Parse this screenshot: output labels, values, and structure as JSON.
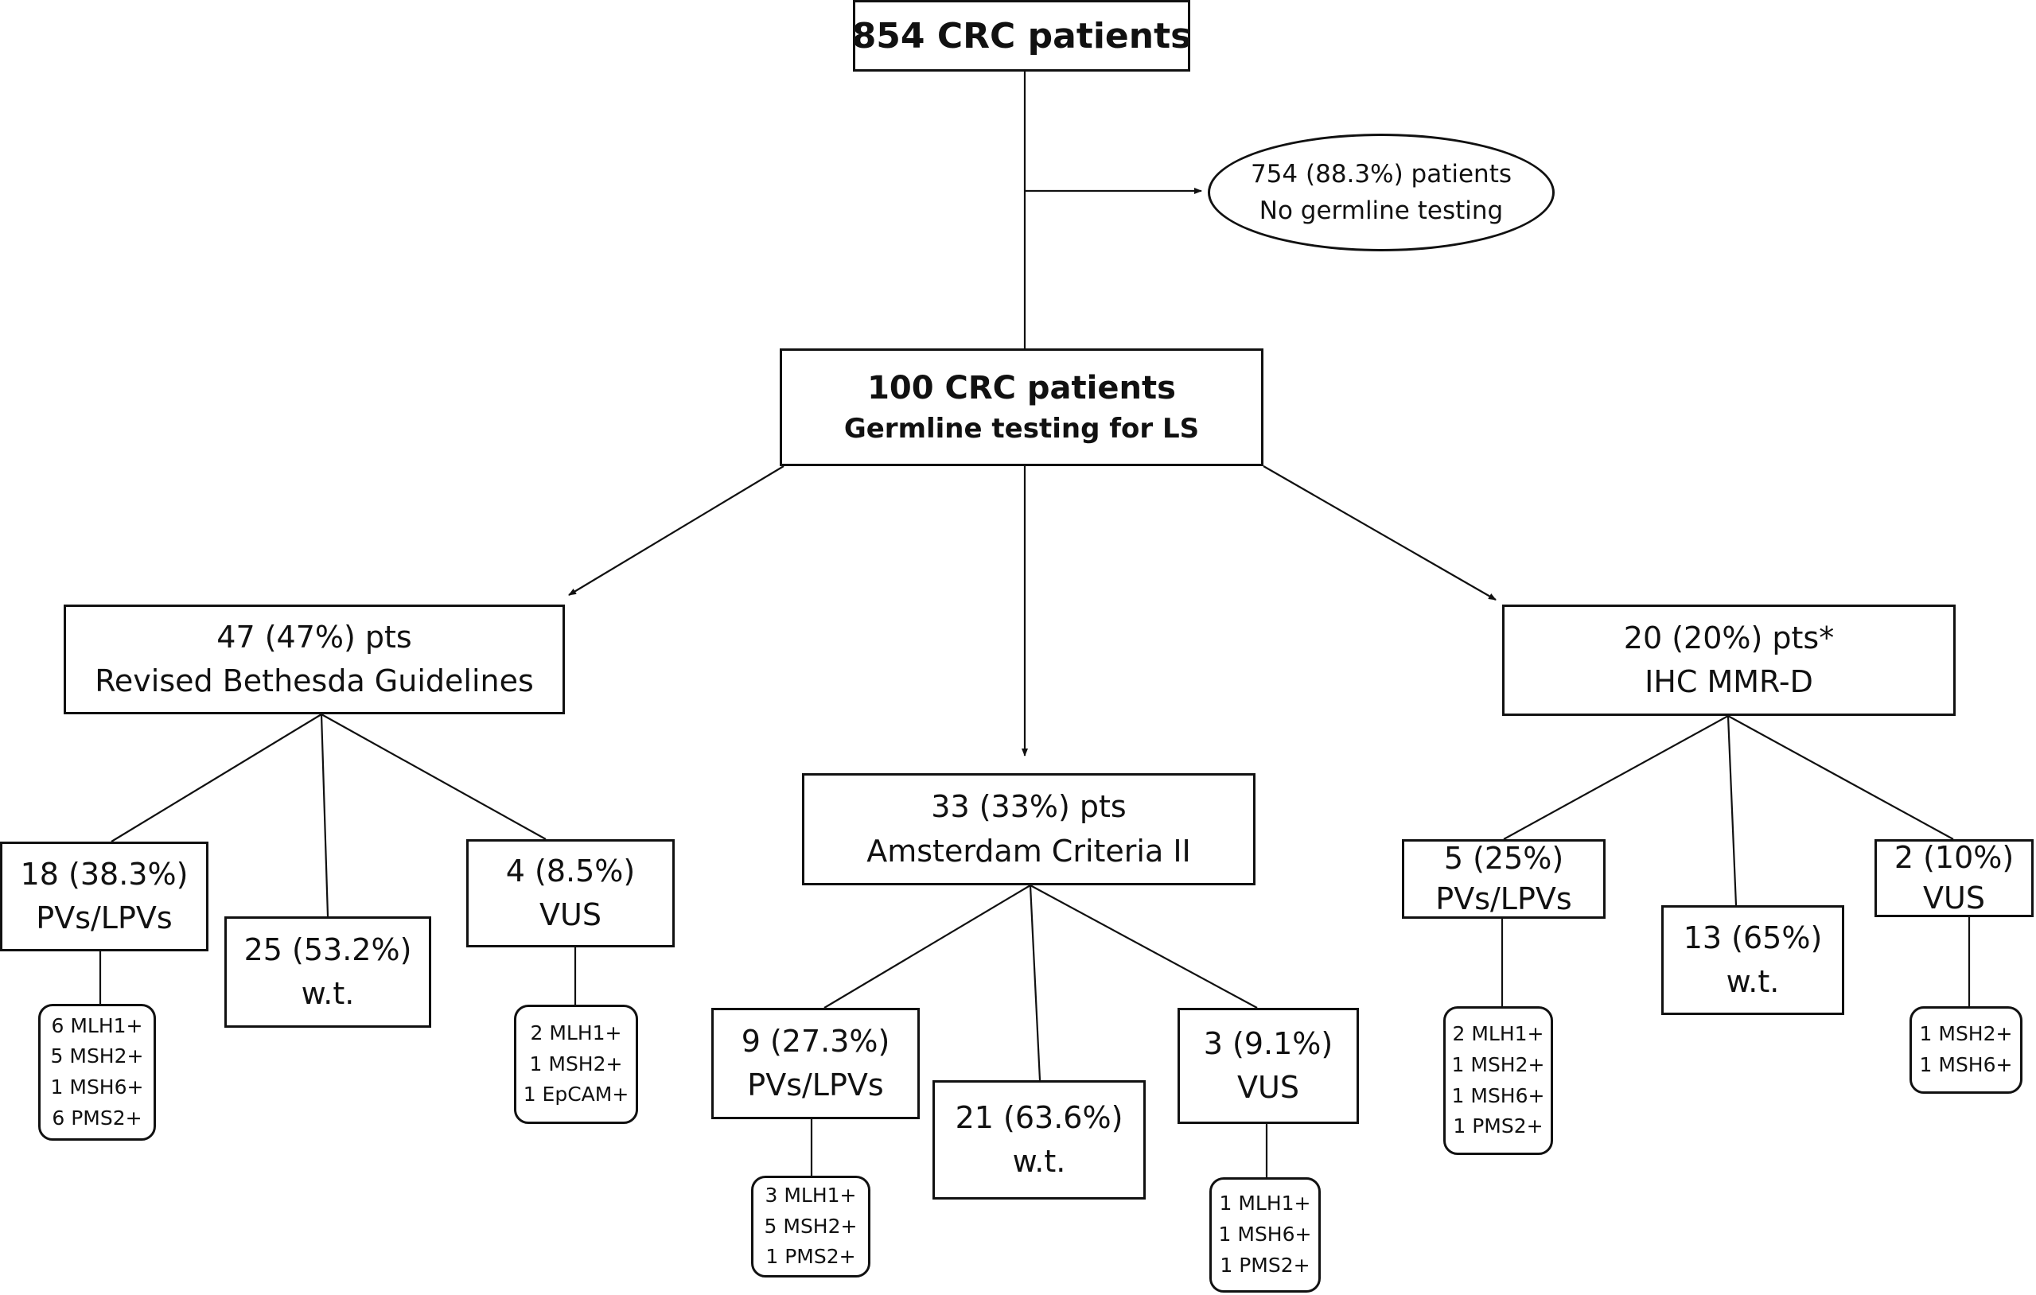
{
  "root": {
    "label": "854 CRC patients"
  },
  "excluded": {
    "line1": "754 (88.3%) patients",
    "line2": "No germline testing"
  },
  "tested": {
    "line1": "100 CRC patients",
    "line2": "Germline testing for LS"
  },
  "groups": {
    "bethesda": {
      "line1": "47 (47%) pts",
      "line2": "Revised Bethesda Guidelines",
      "results": {
        "pv": {
          "line1": "18 (38.3%)",
          "line2": "PVs/LPVs",
          "genes": [
            "6 MLH1+",
            "5 MSH2+",
            "1 MSH6+",
            "6 PMS2+"
          ]
        },
        "wt": {
          "line1": "25 (53.2%)",
          "line2": "w.t."
        },
        "vus": {
          "line1": "4 (8.5%)",
          "line2": "VUS",
          "genes": [
            "2 MLH1+",
            "1 MSH2+",
            "1 EpCAM+"
          ]
        }
      }
    },
    "amsterdam": {
      "line1": "33 (33%) pts",
      "line2": "Amsterdam Criteria II",
      "results": {
        "pv": {
          "line1": "9 (27.3%)",
          "line2": "PVs/LPVs",
          "genes": [
            "3 MLH1+",
            "5 MSH2+",
            "1 PMS2+"
          ]
        },
        "wt": {
          "line1": "21 (63.6%)",
          "line2": "w.t."
        },
        "vus": {
          "line1": "3 (9.1%)",
          "line2": "VUS",
          "genes": [
            "1 MLH1+",
            "1 MSH6+",
            "1 PMS2+"
          ]
        }
      }
    },
    "ihc": {
      "line1": "20 (20%) pts*",
      "line2": "IHC MMR-D",
      "results": {
        "pv": {
          "line1": "5 (25%)",
          "line2": "PVs/LPVs",
          "genes": [
            "2 MLH1+",
            "1 MSH2+",
            "1 MSH6+",
            "1 PMS2+"
          ]
        },
        "wt": {
          "line1": "13 (65%)",
          "line2": "w.t."
        },
        "vus": {
          "line1": "2 (10%)",
          "line2": "VUS",
          "genes": [
            "1 MSH2+",
            "1 MSH6+"
          ]
        }
      }
    }
  }
}
